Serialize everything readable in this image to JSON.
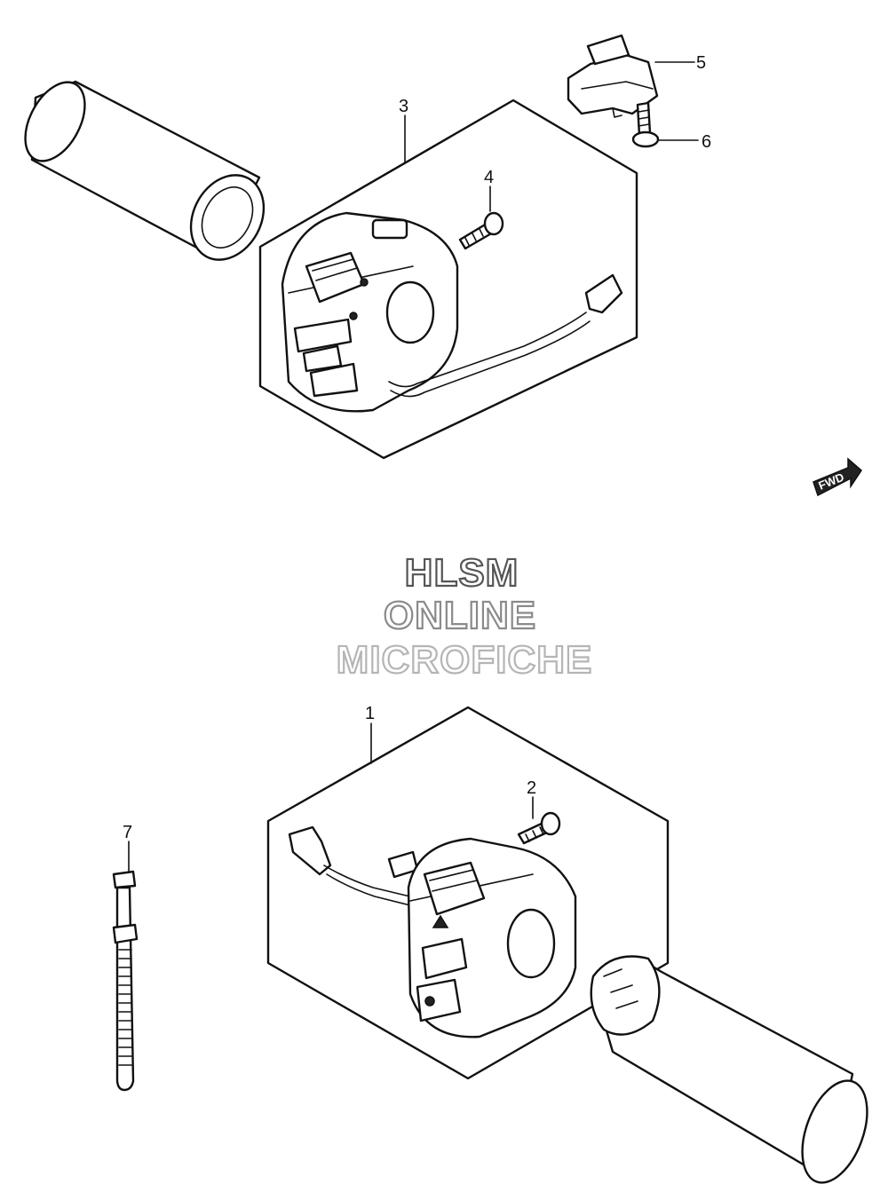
{
  "callouts": {
    "p1": "1",
    "p2": "2",
    "p3": "3",
    "p4": "4",
    "p5": "5",
    "p6": "6",
    "p7": "7"
  },
  "watermark": {
    "line1": "HLSM",
    "line2": "ONLINE",
    "line3": "MICROFICHE",
    "color1": "#555555",
    "color2": "#8a8a8a",
    "color3": "#b5b5b5"
  },
  "direction_badge": {
    "label": "FWD",
    "icon": "forward-arrow-icon"
  }
}
